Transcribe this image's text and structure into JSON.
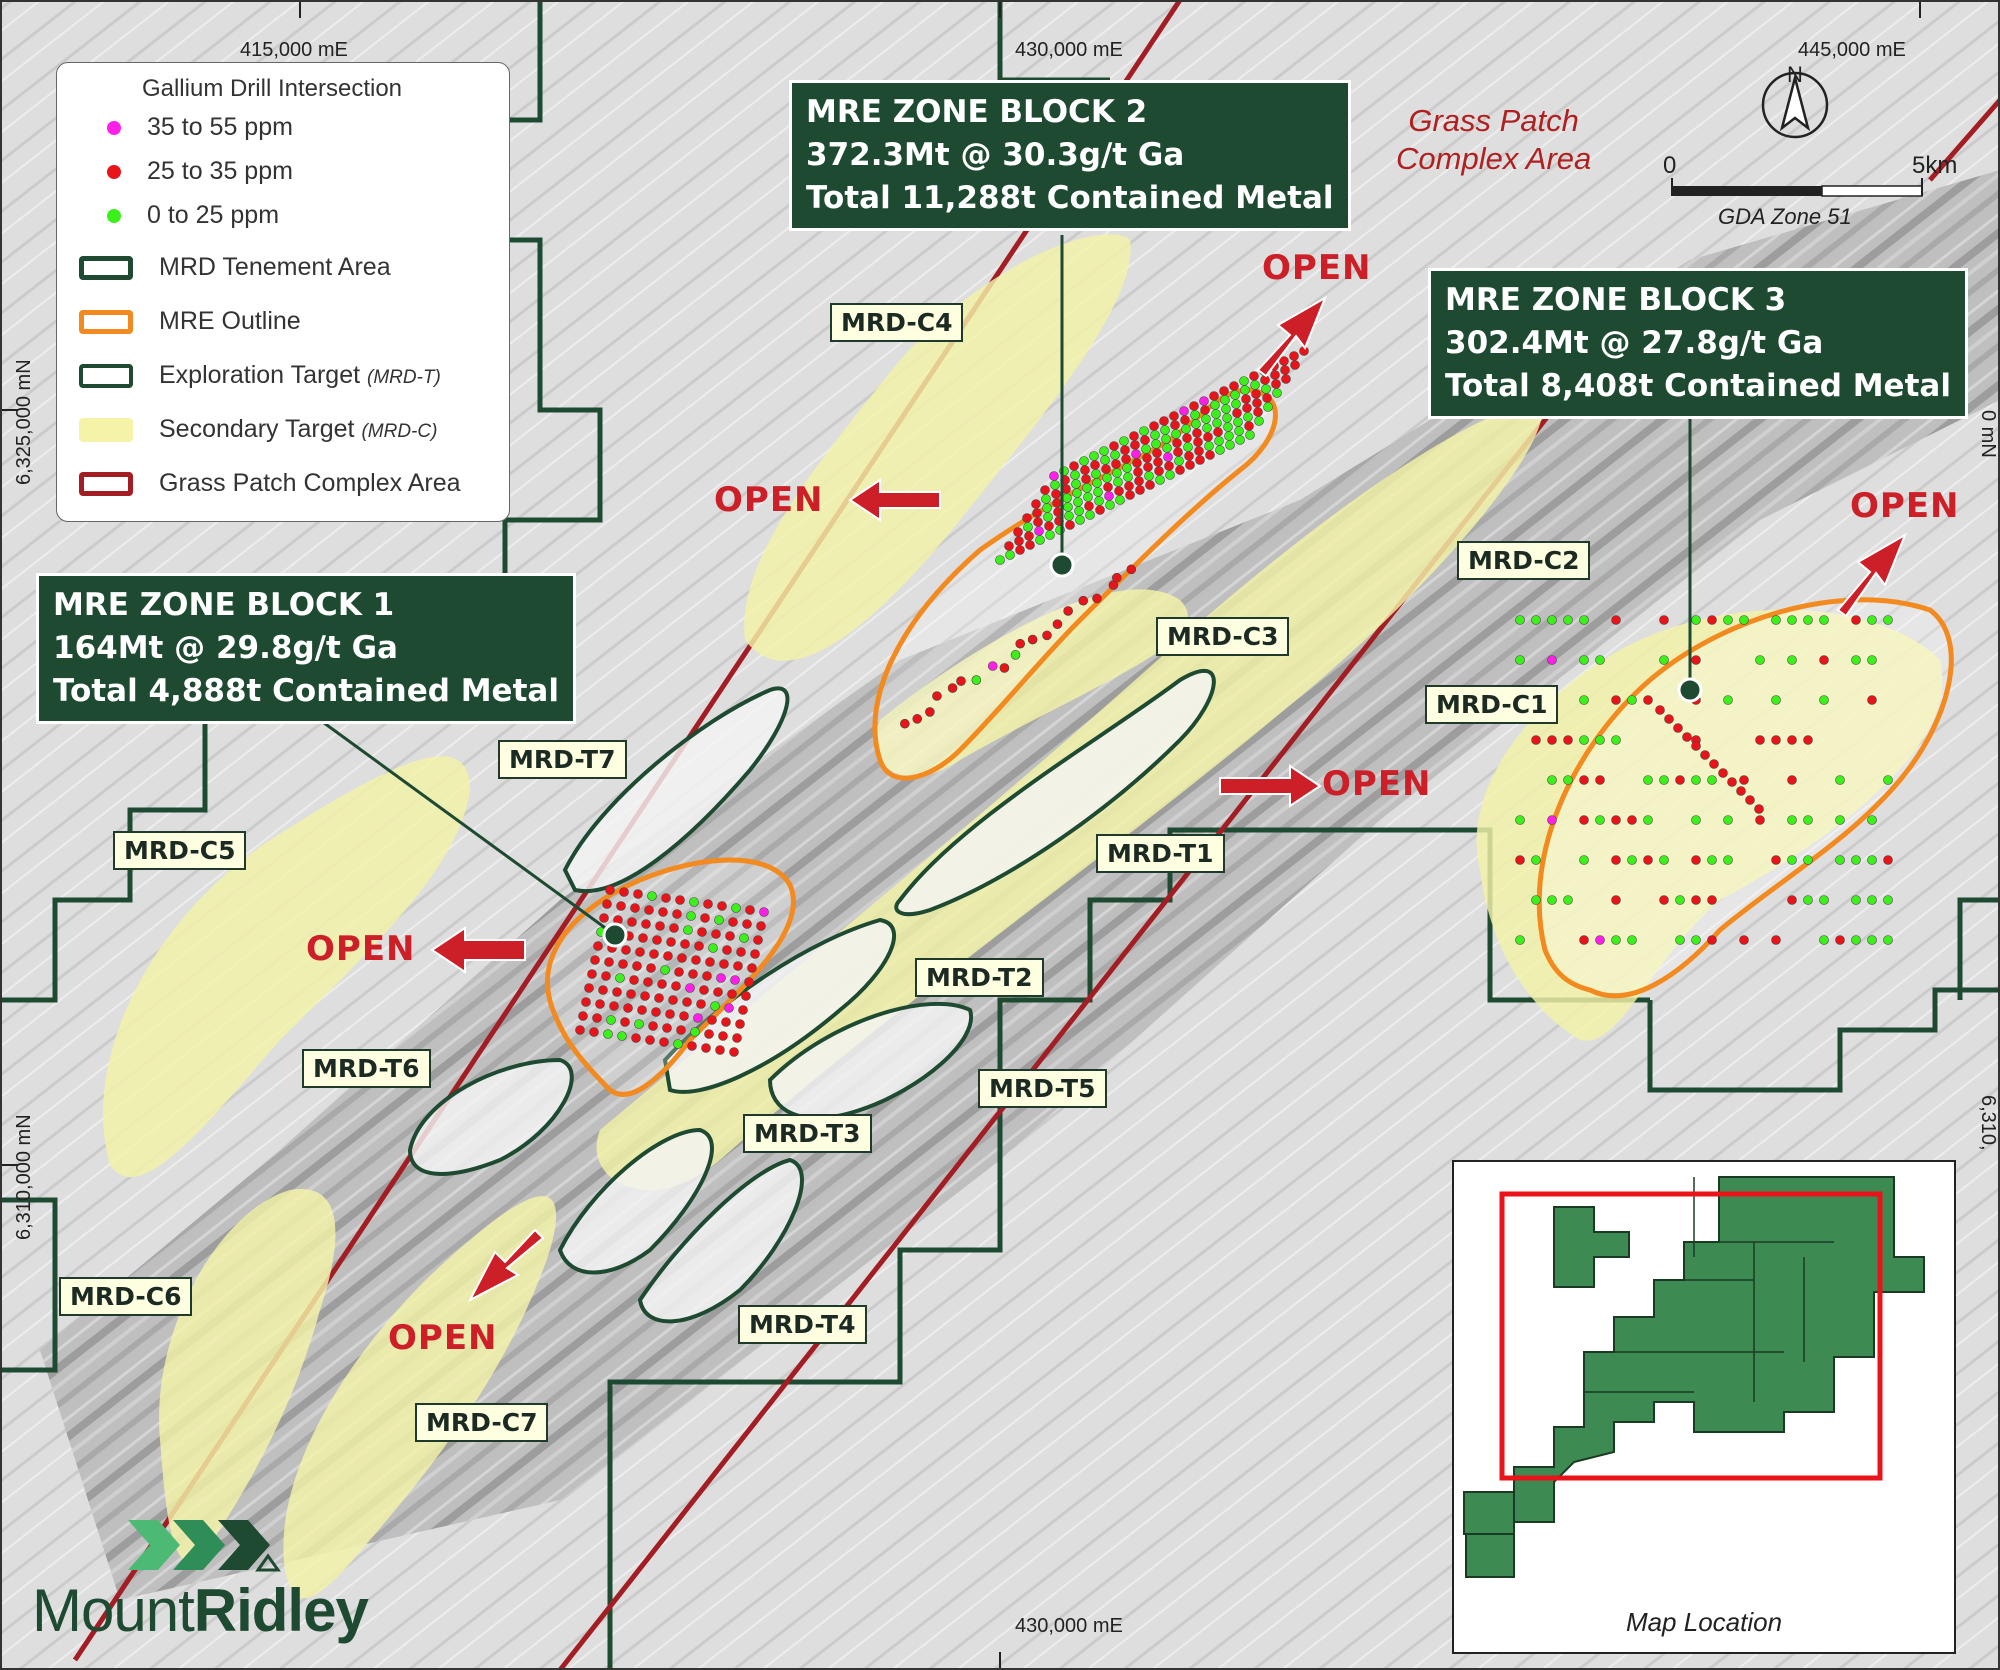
{
  "coords": {
    "e1": "415,000 mE",
    "e2": "430,000 mE",
    "e3": "445,000 mE",
    "e4": "430,000 mE",
    "n1": "6,325,000 mN",
    "n2": "6,310,000 mN",
    "n3": "0 mN",
    "n4": "6,310,"
  },
  "legend": {
    "title": "Gallium Drill Intersection",
    "dots": [
      {
        "label": "35 to 55 ppm",
        "color": "#ff1fe8"
      },
      {
        "label": "25 to 35 ppm",
        "color": "#e8141a"
      },
      {
        "label": "0 to 25 ppm",
        "color": "#3cf01a"
      }
    ],
    "areas": [
      {
        "label": "MRD Tenement Area",
        "suffix": "",
        "stroke": "#1e4a32",
        "fill": "#ffffff"
      },
      {
        "label": "MRE Outline",
        "suffix": "",
        "stroke": "#f28a1f",
        "fill": "#ffffff"
      },
      {
        "label": "Exploration Target",
        "suffix": "(MRD-T)",
        "stroke": "#1e4a32",
        "fill": "#ffffff"
      },
      {
        "label": "Secondary Target",
        "suffix": "(MRD-C)",
        "stroke": "#f4f3a8",
        "fill": "#f4f3a8"
      },
      {
        "label": "Grass Patch Complex Area",
        "suffix": "",
        "stroke": "#a31d24",
        "fill": "#ffffff"
      }
    ]
  },
  "zones": [
    {
      "line1": "MRE ZONE BLOCK 1",
      "line2": "164Mt @ 29.8g/t Ga",
      "line3": "Total 4,888t Contained Metal"
    },
    {
      "line1": "MRE ZONE BLOCK 2",
      "line2": "372.3Mt @ 30.3g/t Ga",
      "line3": "Total 11,288t Contained Metal"
    },
    {
      "line1": "MRE ZONE BLOCK 3",
      "line2": "302.4Mt @ 27.8g/t Ga",
      "line3": "Total 8,408t Contained Metal"
    }
  ],
  "targets": {
    "t1": "MRD-T1",
    "t2": "MRD-T2",
    "t3": "MRD-T3",
    "t4": "MRD-T4",
    "t5": "MRD-T5",
    "t6": "MRD-T6",
    "t7": "MRD-T7",
    "c1": "MRD-C1",
    "c2": "MRD-C2",
    "c3": "MRD-C3",
    "c4": "MRD-C4",
    "c5": "MRD-C5",
    "c6": "MRD-C6",
    "c7": "MRD-C7"
  },
  "open_label": "OPEN",
  "grass_patch": {
    "line1": "Grass Patch",
    "line2": "Complex Area"
  },
  "north": "N",
  "scale": {
    "start": "0",
    "end": "5km",
    "datum": "GDA Zone 51"
  },
  "inset_caption": "Map Location",
  "logo": {
    "part1": "Mount",
    "part2": "Ridley"
  },
  "colors": {
    "tenement": "#1e4a32",
    "mre": "#f28a1f",
    "secondary": "#f4f3a8",
    "grass_patch": "#a31d24",
    "open": "#cc1f27"
  }
}
